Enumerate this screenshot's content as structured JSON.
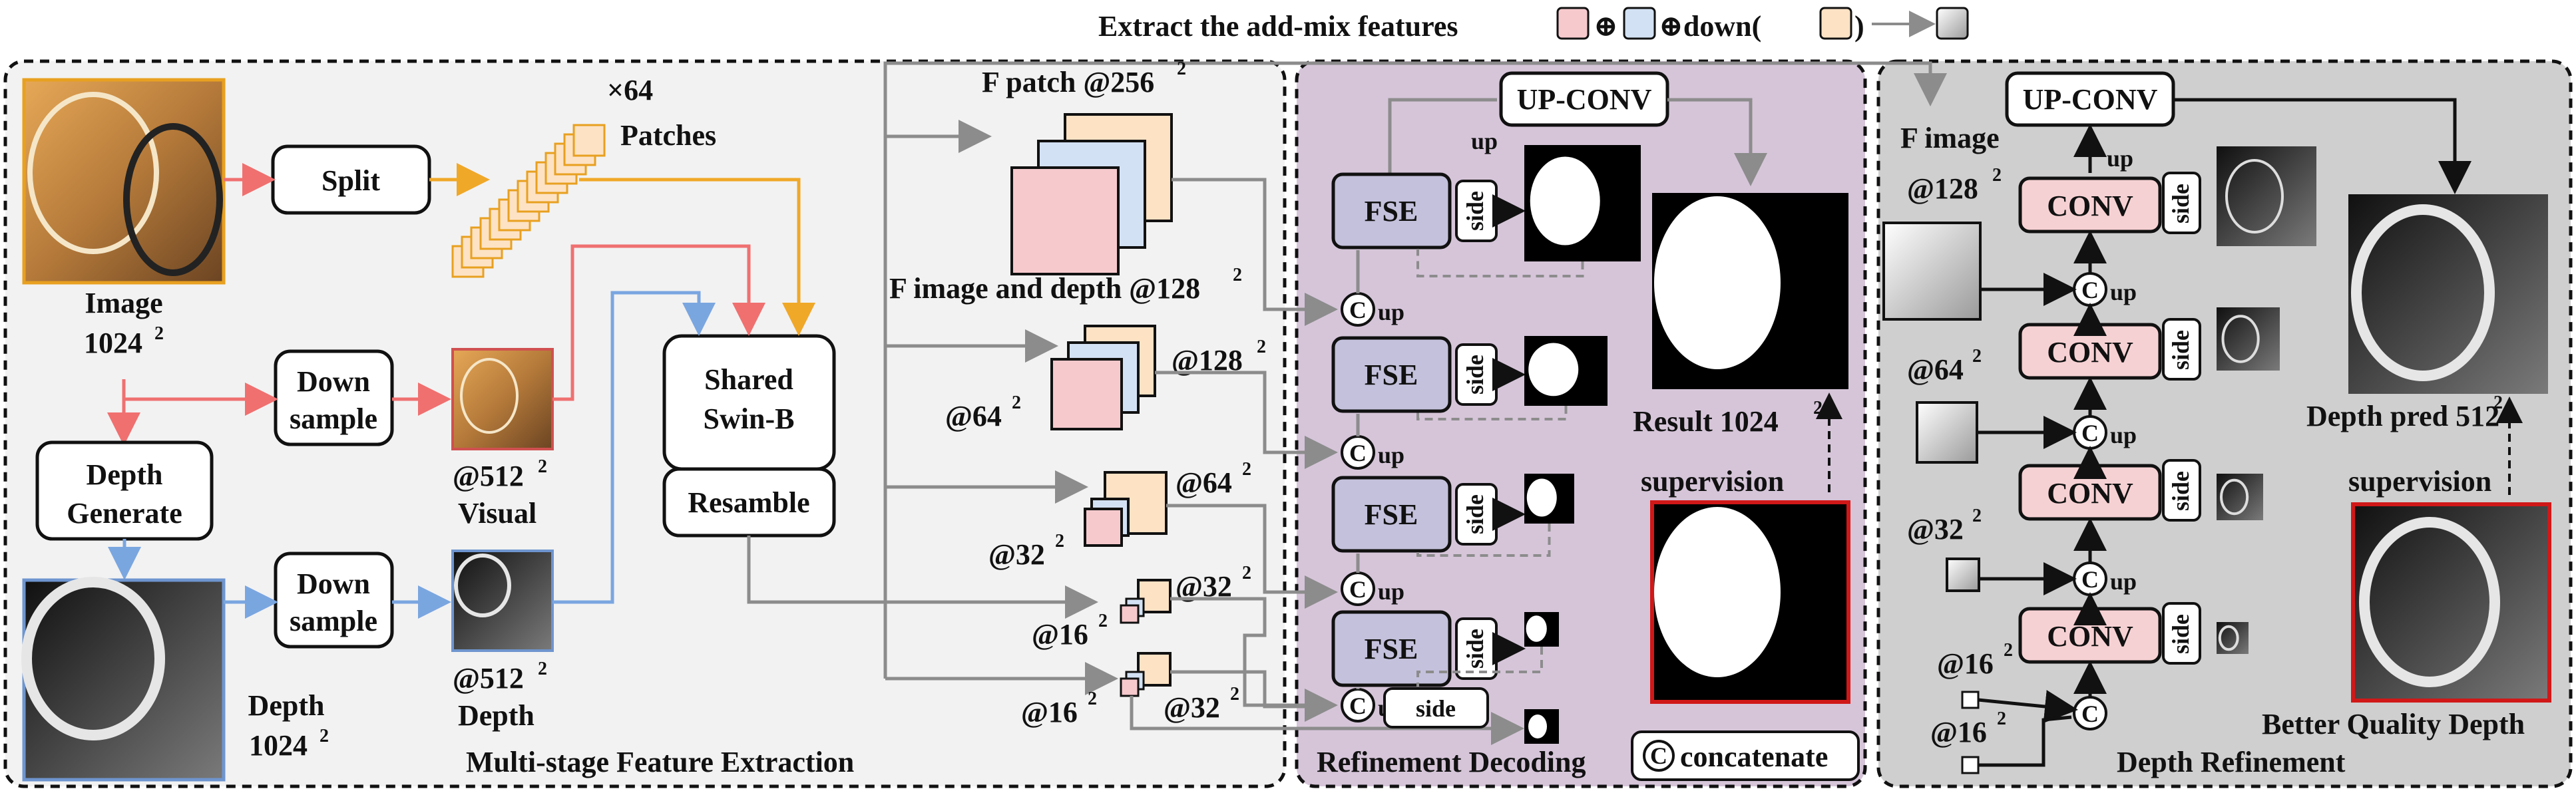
{
  "legend": {
    "title": "Extract the add-mix features",
    "op_plus": "⊕",
    "op_plus_down": "⊕down(",
    "close": ")",
    "arrow": "→"
  },
  "sections": {
    "extraction": "Multi-stage Feature Extraction",
    "refinement_decoding": "Refinement Decoding",
    "depth_refinement": "Depth Refinement"
  },
  "extraction": {
    "image_label": "Image",
    "image_res": "1024",
    "split": "Split",
    "patches_count": "×64",
    "patches_label": "Patches",
    "down_sample_1a": "Down",
    "down_sample_1b": "sample",
    "down_sample_2a": "Down",
    "down_sample_2b": "sample",
    "visual_res": "@512",
    "visual_label": "Visual",
    "depth_res_small": "@512",
    "depth_label_small": "Depth",
    "depth_generate_a": "Depth",
    "depth_generate_b": "Generate",
    "depth_label": "Depth",
    "depth_res": "1024",
    "swin_a": "Shared",
    "swin_b": "Swin-B",
    "resample": "Resamble",
    "sup2": "2"
  },
  "features": {
    "f_patch": "F patch @256",
    "f_image_depth": "F image and depth @128",
    "r128": "@128",
    "r64a": "@64",
    "r64b": "@64",
    "r32a": "@32",
    "r32b": "@32",
    "r16a": "@16",
    "r32c": "@32",
    "r16b": "@16"
  },
  "decoding": {
    "up_conv": "UP-CONV",
    "up": "up",
    "fse": "FSE",
    "side": "side",
    "c": "C",
    "result": "Result 1024",
    "supervision": "supervision",
    "concatenate": "concatenate"
  },
  "refine": {
    "f_image": "F image",
    "up_conv": "UP-CONV",
    "conv": "CONV",
    "up": "up",
    "side": "side",
    "r128": "@128",
    "r64": "@64",
    "r32": "@32",
    "r16a": "@16",
    "r16b": "@16",
    "depth_pred": "Depth pred 512",
    "supervision": "supervision",
    "better": "Better Quality Depth"
  },
  "colors": {
    "red_arrow": "#f07070",
    "blue_arrow": "#7aa6e0",
    "orange_arrow": "#f0a828",
    "gray_arrow": "#8c8c8c",
    "patch_orange": "#fde2c4",
    "patch_pink": "#f6c9cd",
    "patch_blue": "#d3e1f4",
    "fse_fill": "#c4c1dc",
    "conv_fill": "#f6d1d3",
    "decoding_bg": "#d6c5d9",
    "refine_bg": "#cfcfcf",
    "extract_bg": "#f2f2f2"
  }
}
